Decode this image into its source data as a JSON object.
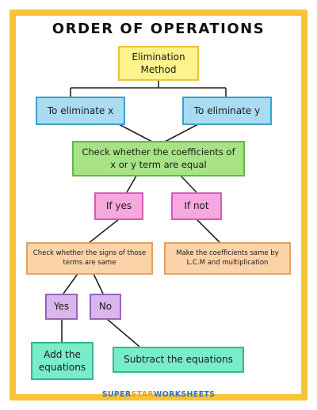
{
  "title": "ORDER OF OPERATIONS",
  "nodes": {
    "elimination": "Elimination Method",
    "eliminate_x": "To eliminate x",
    "eliminate_y": "To eliminate y",
    "check_coefficients": "Check whether the coefficients of x or y term are equal",
    "if_yes": "If yes",
    "if_not": "If not",
    "check_signs": "Check whether the signs of those terms are same",
    "make_same": "Make the coefficients same by L.C.M and multiplication",
    "yes": "Yes",
    "no": "No",
    "add": "Add the equations",
    "subtract": "Subtract the equations"
  },
  "footer": {
    "part1": "SUPER",
    "part2": "STAR",
    "part3": "WORKSHEETS"
  },
  "colors": {
    "frame": "#f9c433",
    "footer_blue": "#2f6fcf",
    "footer_orange": "#f39a1e"
  }
}
